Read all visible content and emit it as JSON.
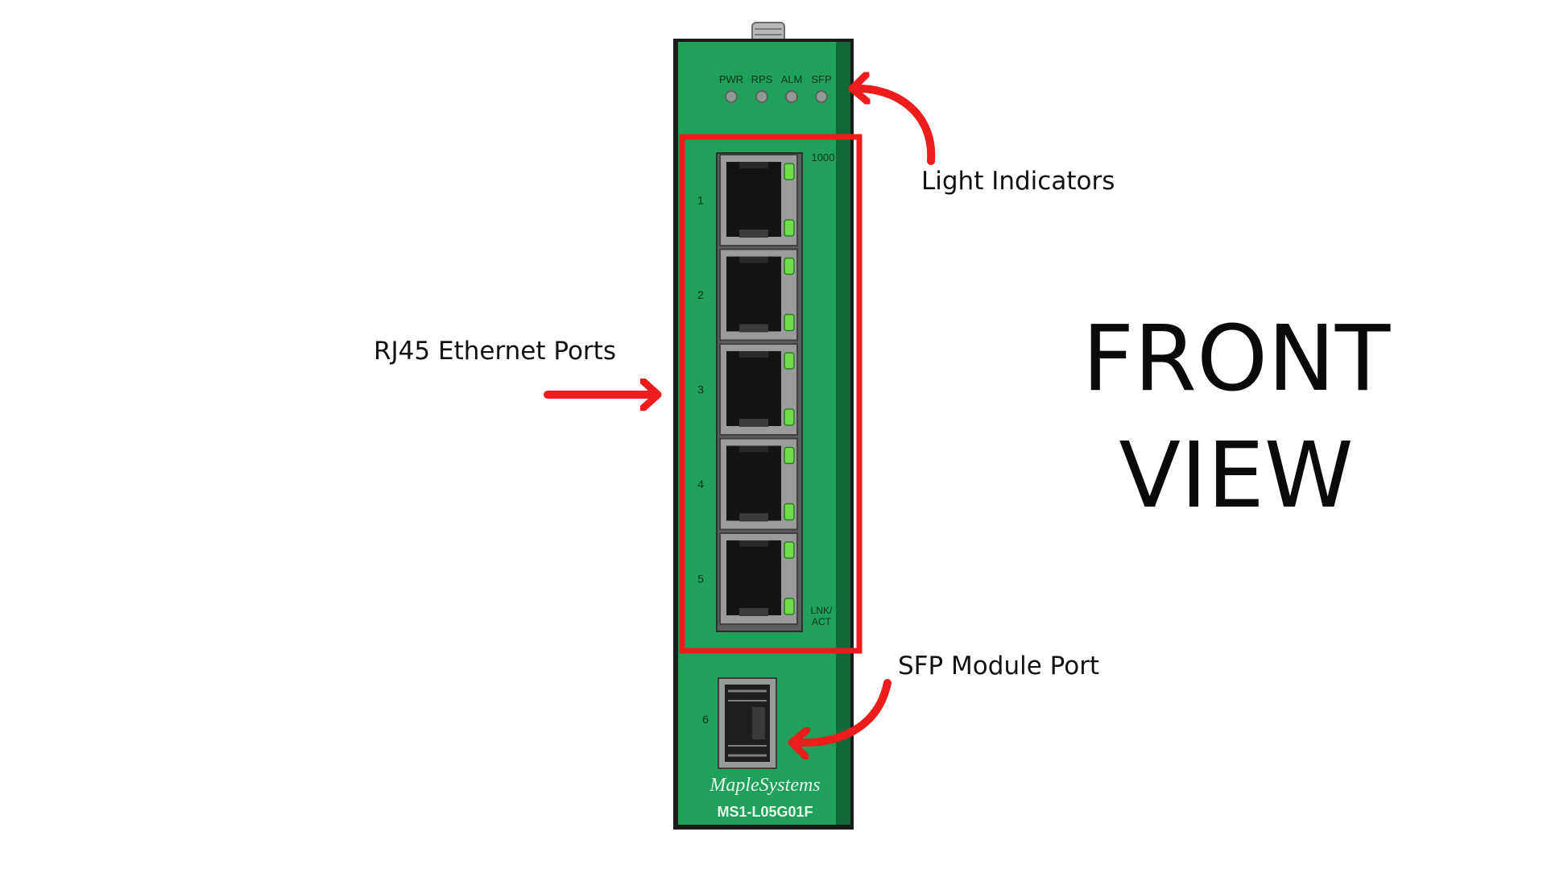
{
  "title": {
    "line1": "FRONT",
    "line2": "VIEW"
  },
  "callouts": {
    "light_indicators": "Light Indicators",
    "rj45_ports": "RJ45 Ethernet Ports",
    "sfp_port": "SFP Module Port"
  },
  "device": {
    "led_labels": [
      "PWR",
      "RPS",
      "ALM",
      "SFP"
    ],
    "speed_label": "1000",
    "link_label_1": "LNK/",
    "link_label_2": "ACT",
    "port_numbers": [
      "1",
      "2",
      "3",
      "4",
      "5"
    ],
    "sfp_port_number": "6",
    "brand": "MapleSystems",
    "model": "MS1-L05G01F"
  },
  "colors": {
    "housing_green": "#1fa159",
    "housing_dark": "#1b1b1b",
    "annotation_red": "#ee1c1c",
    "port_led_green": "#6fdc4a"
  }
}
